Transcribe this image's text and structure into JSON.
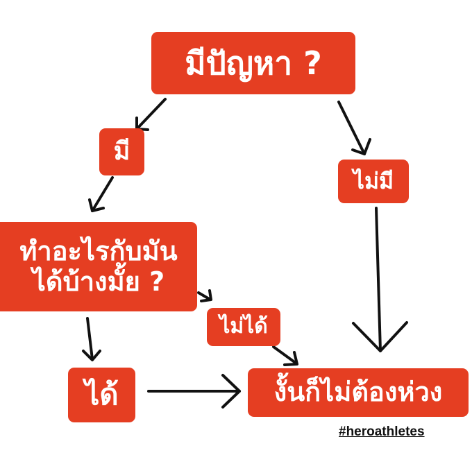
{
  "diagram": {
    "type": "flowchart",
    "nodes": {
      "start": "มีปัญหา ?",
      "yes": "มี",
      "no": "ไม่มี",
      "question_line1": "ทำอะไรกับมัน",
      "question_line2": "ได้บ้างมั้ย ?",
      "cannot": "ไม่ได้",
      "can": "ได้",
      "end": "งั้นก็ไม่ต้องห่วง"
    },
    "edges": [
      {
        "from": "start",
        "to": "yes"
      },
      {
        "from": "start",
        "to": "no"
      },
      {
        "from": "yes",
        "to": "question"
      },
      {
        "from": "question",
        "to": "can"
      },
      {
        "from": "question",
        "to": "cannot"
      },
      {
        "from": "cannot",
        "to": "end"
      },
      {
        "from": "can",
        "to": "end"
      },
      {
        "from": "no",
        "to": "end"
      }
    ],
    "hashtag": "#heroathletes",
    "colors": {
      "box": "#e53e22",
      "text": "#ffffff",
      "arrow": "#111111"
    }
  }
}
